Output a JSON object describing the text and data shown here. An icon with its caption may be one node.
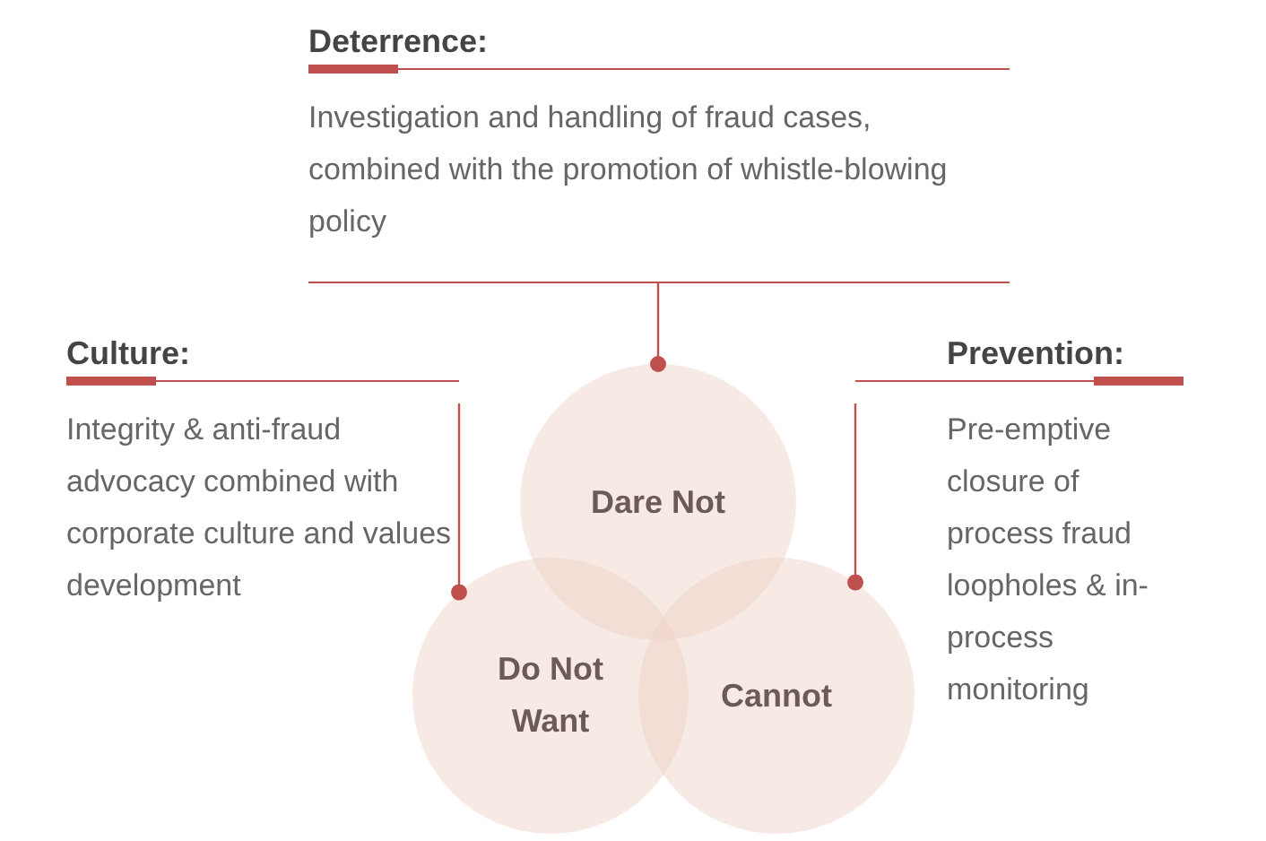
{
  "diagram": {
    "nodes": [
      {
        "text": [
          "Deterrence:",
          "Investigation and handling of fraud cases, combined with the promotion of whistle-blowing policy"
        ]
      },
      {
        "text": [
          "Culture:",
          "Integrity & anti-fraud advocacy combined with corporate culture and values development"
        ]
      },
      {
        "text": [
          "Prevention:",
          "Pre-emptive closure of process fraud loopholes & in-process monitoring"
        ]
      },
      {
        "text": [
          "Dare Not"
        ]
      },
      {
        "text": [
          "Do Not Want"
        ]
      },
      {
        "text": [
          "Cannot"
        ]
      }
    ],
    "edges": [
      {
        "from": 0,
        "to": 3,
        "arrow": "other"
      },
      {
        "from": 1,
        "to": 4,
        "arrow": "other"
      },
      {
        "from": 2,
        "to": 5,
        "arrow": "other"
      }
    ]
  }
}
